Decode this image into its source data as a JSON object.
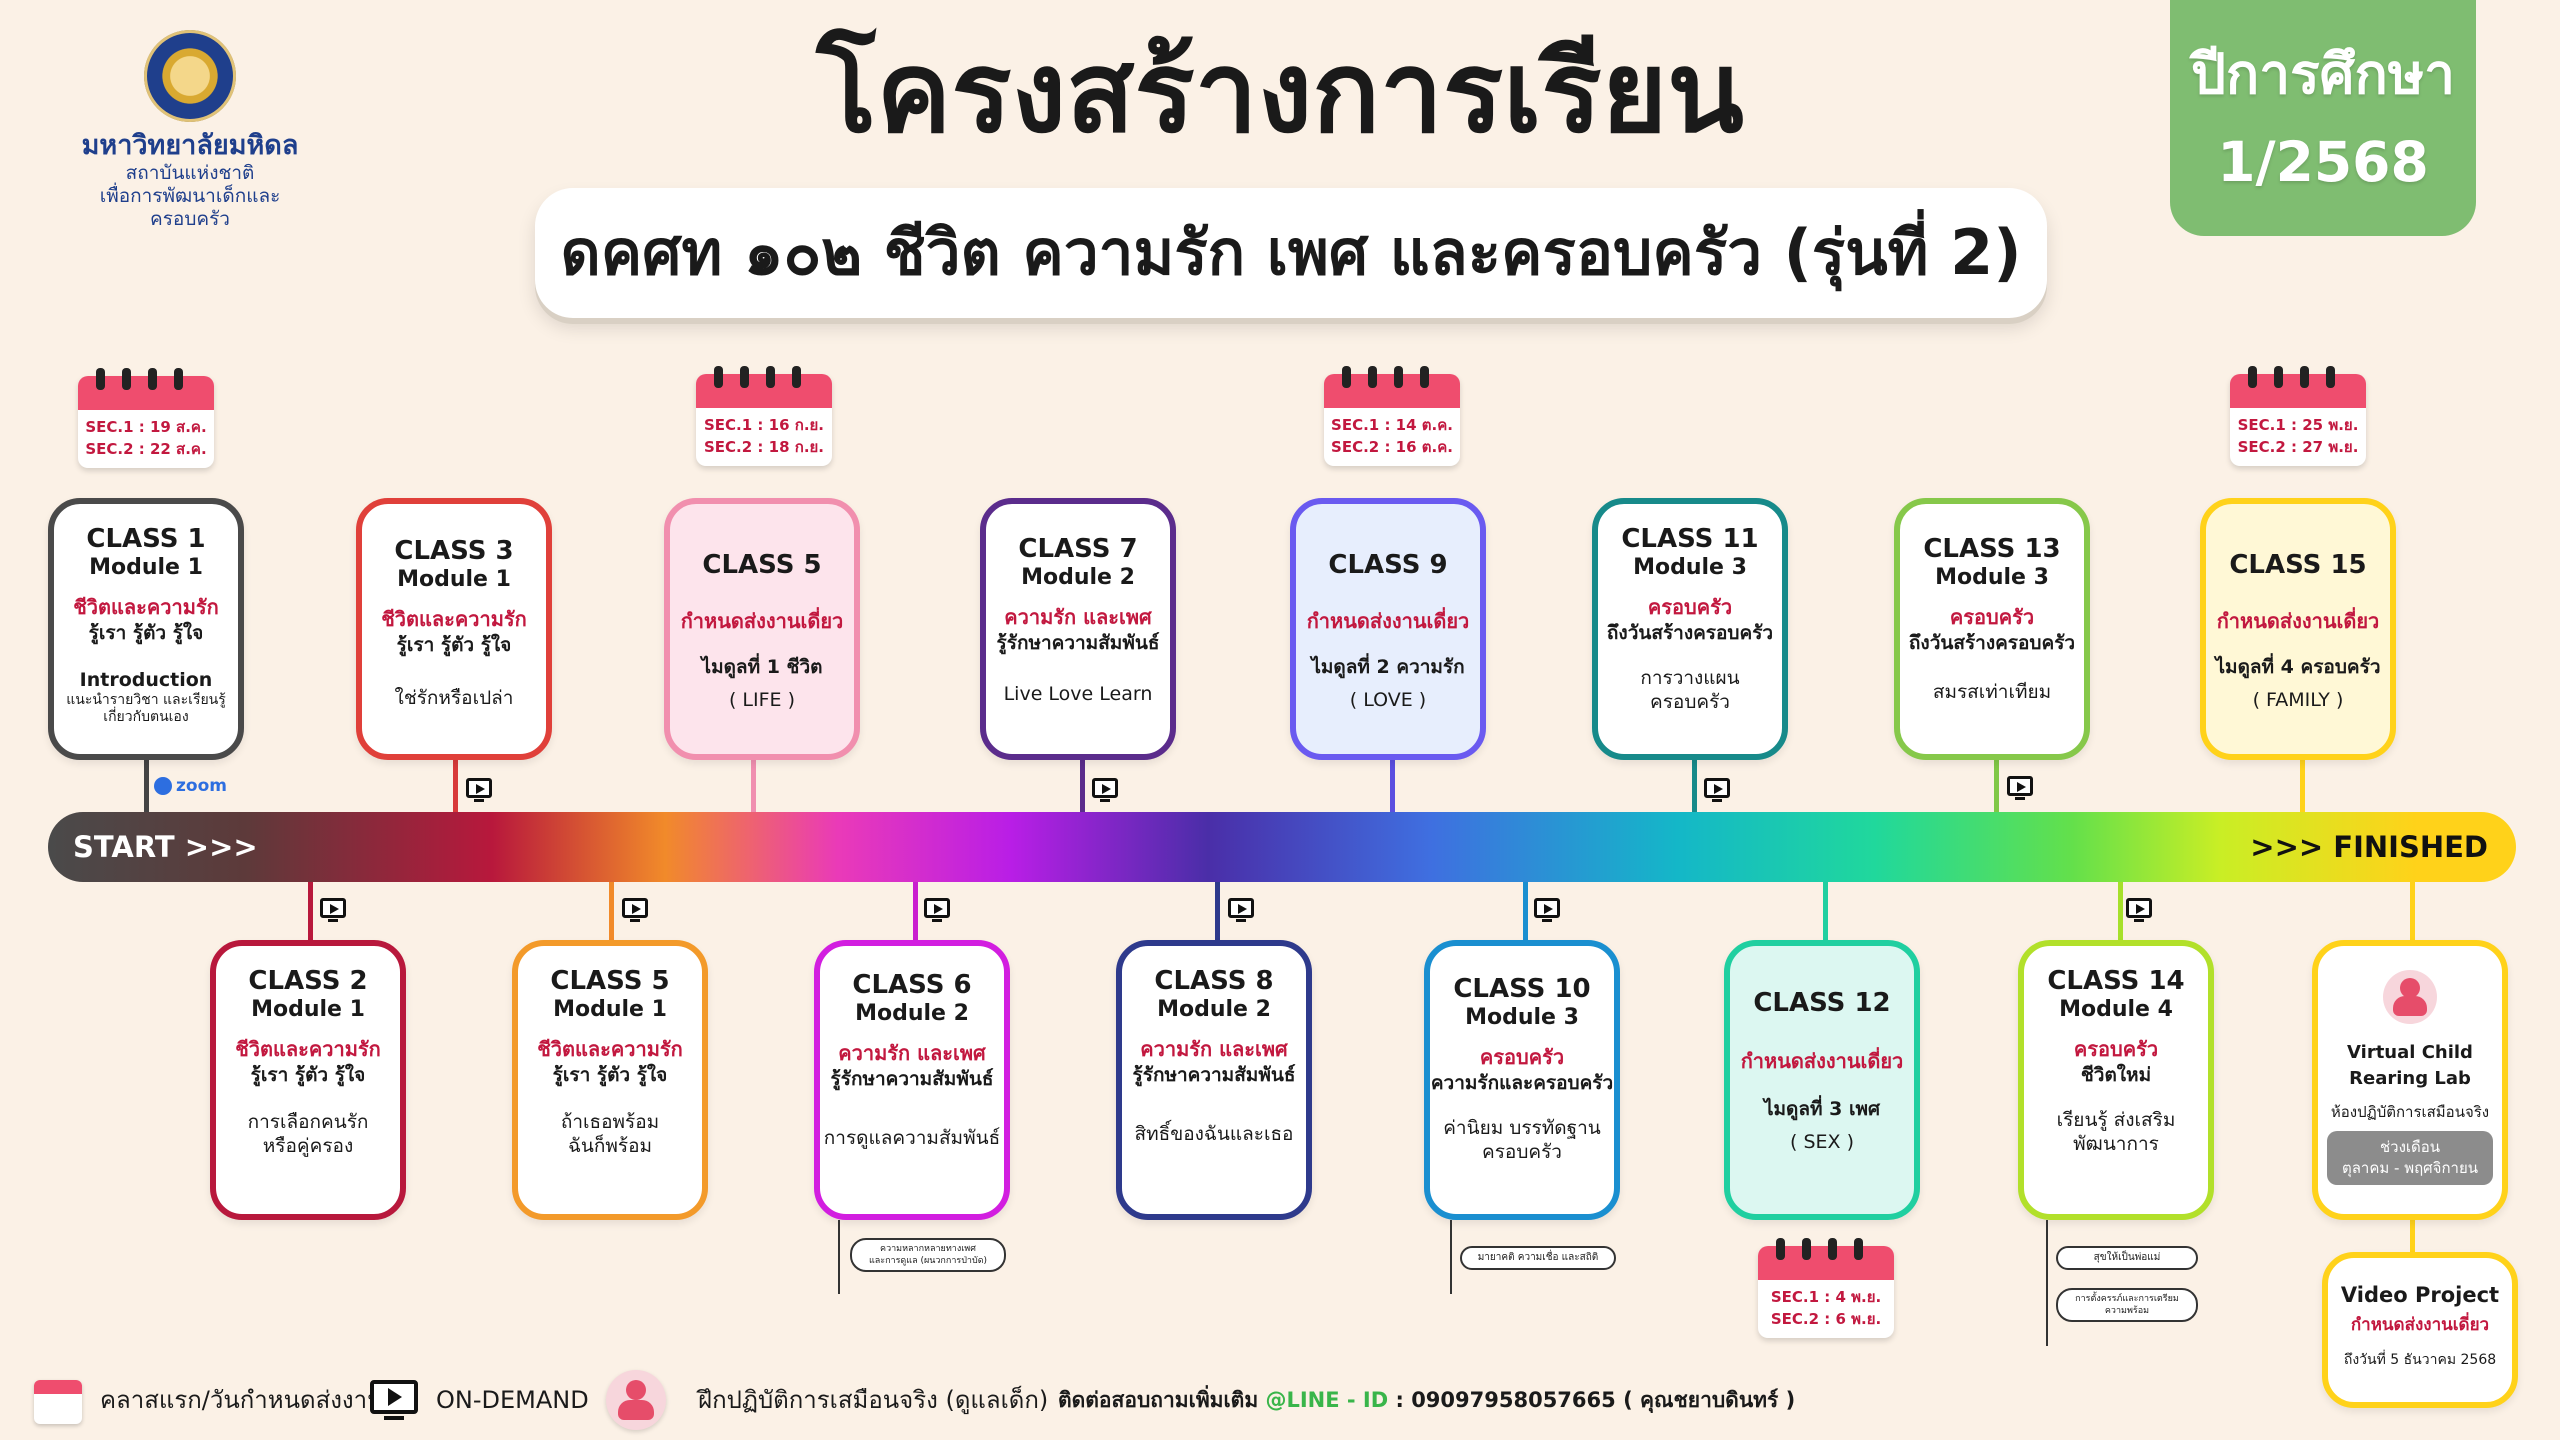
{
  "header": {
    "university": "มหาวิทยาลัยมหิดล",
    "institute_line1": "สถาบันแห่งชาติ",
    "institute_line2": "เพื่อการพัฒนาเด็กและครอบครัว",
    "title": "โครงสร้างการเรียน",
    "subtitle": "ดคศท ๑๐๒ ชีวิต ความรัก เพศ และครอบครัว (รุ่นที่ 2)",
    "year_label": "ปีการศึกษา",
    "year_value": "1/2568"
  },
  "timeline": {
    "start": "START >>>",
    "finish": ">>> FINISHED"
  },
  "calendars": {
    "c1": {
      "l1": "SEC.1 : 19 ส.ค.",
      "l2": "SEC.2 : 22 ส.ค."
    },
    "c5": {
      "l1": "SEC.1 : 16 ก.ย.",
      "l2": "SEC.2 : 18 ก.ย."
    },
    "c9": {
      "l1": "SEC.1 : 14 ต.ค.",
      "l2": "SEC.2 : 16 ต.ค."
    },
    "c15": {
      "l1": "SEC.1 : 25 พ.ย.",
      "l2": "SEC.2 : 27 พ.ย."
    },
    "c12": {
      "l1": "SEC.1 : 4 พ.ย.",
      "l2": "SEC.2 : 6 พ.ย."
    }
  },
  "zoom_label": "zoom",
  "classes": {
    "c1": {
      "cls": "CLASS 1",
      "mod": "Module 1",
      "red": "ชีวิตและความรัก",
      "blk": "รู้เรา รู้ตัว รู้ใจ",
      "d1": "Introduction",
      "d2": "แนะนำรายวิชา และเรียนรู้",
      "d3": "เกี่ยวกับตนเอง"
    },
    "c2": {
      "cls": "CLASS 2",
      "mod": "Module 1",
      "red": "ชีวิตและความรัก",
      "blk": "รู้เรา รู้ตัว รู้ใจ",
      "d1": "การเลือกคนรัก",
      "d2": "หรือคู่ครอง"
    },
    "c3": {
      "cls": "CLASS 3",
      "mod": "Module 1",
      "red": "ชีวิตและความรัก",
      "blk": "รู้เรา รู้ตัว รู้ใจ",
      "d1": "ใช่รักหรือเปล่า"
    },
    "c4": {
      "cls": "CLASS 5",
      "mod": "Module 1",
      "red": "ชีวิตและความรัก",
      "blk": "รู้เรา รู้ตัว รู้ใจ",
      "d1": "ถ้าเธอพร้อม",
      "d2": "ฉันก็พร้อม"
    },
    "c5": {
      "cls": "CLASS 5",
      "red": "กำหนดส่งงานเดี่ยว",
      "blk": "ไมดูลที่ 1 ชีวิต",
      "d1": "( LIFE )"
    },
    "c6": {
      "cls": "CLASS 6",
      "mod": "Module 2",
      "red": "ความรัก และเพศ",
      "blk": "รู้รักษาความสัมพันธ์",
      "d1": "การดูแลความสัมพันธ์"
    },
    "c7": {
      "cls": "CLASS 7",
      "mod": "Module 2",
      "red": "ความรัก และเพศ",
      "blk": "รู้รักษาความสัมพันธ์",
      "d1": "Live Love Learn"
    },
    "c8": {
      "cls": "CLASS 8",
      "mod": "Module 2",
      "red": "ความรัก และเพศ",
      "blk": "รู้รักษาความสัมพันธ์",
      "d1": "สิทธิ์ของฉันและเธอ"
    },
    "c9": {
      "cls": "CLASS 9",
      "red": "กำหนดส่งงานเดี่ยว",
      "blk": "ไมดูลที่ 2 ความรัก",
      "d1": "( LOVE )"
    },
    "c10": {
      "cls": "CLASS 10",
      "mod": "Module 3",
      "red": "ครอบครัว",
      "blk": "ความรักและครอบครัว",
      "d1": "ค่านิยม บรรทัดฐาน",
      "d2": "ครอบครัว"
    },
    "c11": {
      "cls": "CLASS 11",
      "mod": "Module 3",
      "red": "ครอบครัว",
      "blk": "ถึงวันสร้างครอบครัว",
      "d1": "การวางแผน",
      "d2": "ครอบครัว"
    },
    "c12": {
      "cls": "CLASS 12",
      "red": "กำหนดส่งงานเดี่ยว",
      "blk": "ไมดูลที่ 3 เพศ",
      "d1": "( SEX )"
    },
    "c13": {
      "cls": "CLASS 13",
      "mod": "Module 3",
      "red": "ครอบครัว",
      "blk": "ถึงวันสร้างครอบครัว",
      "d1": "สมรสเท่าเทียม"
    },
    "c14": {
      "cls": "CLASS 14",
      "mod": "Module 4",
      "red": "ครอบครัว",
      "blk": "ชีวิตใหม่",
      "d1": "เรียนรู้ ส่งเสริม",
      "d2": "พัฒนาการ"
    },
    "c15": {
      "cls": "CLASS 15",
      "red": "กำหนดส่งงานเดี่ยว",
      "blk": "ไมดูลที่ 4 ครอบครัว",
      "d1": "( FAMILY )"
    },
    "vc": {
      "t1": "Virtual Child",
      "t2": "Rearing Lab",
      "t3": "ห้องปฏิบัติการเสมือนจริง",
      "b1": "ช่วงเดือน",
      "b2": "ตุลาคม - พฤศจิกายน"
    },
    "vp": {
      "t1": "Video Project",
      "red": "กำหนดส่งงานเดี่ยว",
      "t3": "ถึงวันที่ 5 ธันวาคม 2568"
    }
  },
  "notes": {
    "n6a": "ความหลากหลายทางเพศ",
    "n6b": "และการดูแล (ผนวกการป่าบัด)",
    "n10": "มายาคติ ความเชื่อ และสถิติ",
    "n14a": "สุขให้เป็นพ่อแม่",
    "n14b": "การตั้งครรภ์และการเตรียม",
    "n14c": "ความพร้อม"
  },
  "legend": {
    "cal": "คลาสแรก/วันกำหนดส่งงาน",
    "ondemand": "ON-DEMAND",
    "practice": "ฝึกปฏิบัติการเสมือนจริง (ดูแลเด็ก)",
    "contact_prefix": "ติดต่อสอบถามเพิ่มเติม",
    "contact_line": "@LINE - ID",
    "contact_rest": " : 09097958057665 ( คุณชยาบดินทร์ )"
  },
  "colors": {
    "calendar_red": "#ef4d6e",
    "accent_red": "#c2183f",
    "year_green": "#7fbd71",
    "line_green": "#39b54a"
  }
}
